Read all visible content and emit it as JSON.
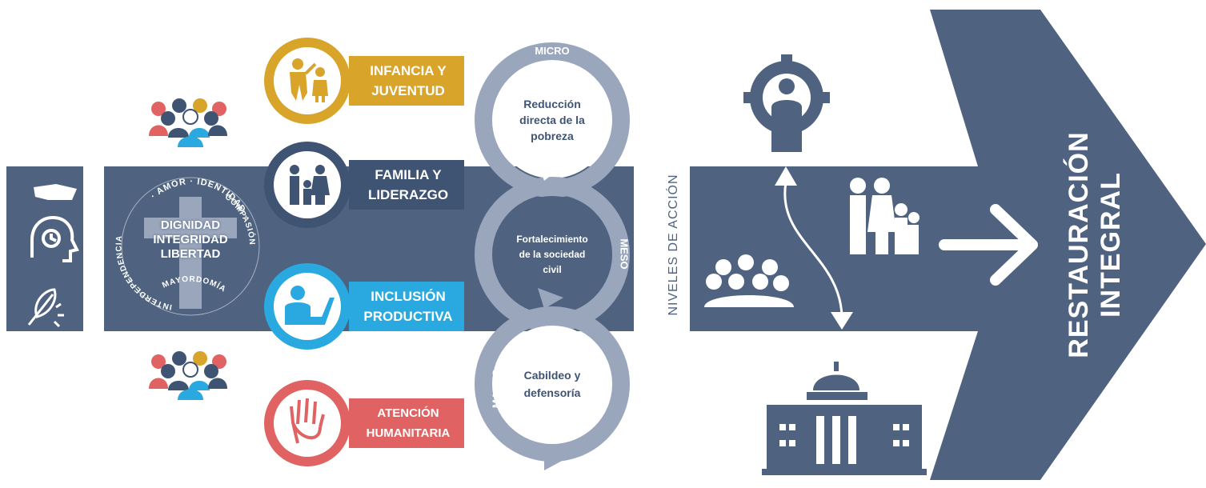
{
  "colors": {
    "slate": "#4f6381",
    "slate_light": "#9aa6bc",
    "gold": "#d8a429",
    "navy": "#3f5373",
    "cyan": "#29a9df",
    "coral": "#e06262",
    "white": "#ffffff"
  },
  "values_panel": {
    "center_words": [
      "DIGNIDAD",
      "INTEGRIDAD",
      "LIBERTAD"
    ],
    "ring_top": "· AMOR · IDENTIDAD ·",
    "ring_left": "INTERDEPENDENCIA",
    "ring_right": "COMPASIÓN",
    "ring_bottom": "MAYORDOMÍA"
  },
  "programs": [
    {
      "label": "INFANCIA Y\nJUVENTUD",
      "color": "#d8a429",
      "icon": "adult-child-icon"
    },
    {
      "label": "FAMILIA Y\nLIDERAZGO",
      "color": "#3f5373",
      "icon": "family-icon"
    },
    {
      "label": "INCLUSIÓN\nPRODUCTIVA",
      "color": "#29a9df",
      "icon": "person-laptop-icon"
    },
    {
      "label": "ATENCIÓN\nHUMANITARIA",
      "color": "#e06262",
      "icon": "raised-hand-icon"
    }
  ],
  "levels": [
    {
      "tag": "MICRO",
      "text": "Reducción\ndirecta de la\npobreza"
    },
    {
      "tag": "MESO",
      "text": "Fortalecimiento\nde la sociedad\ncivil"
    },
    {
      "tag": "MACRO",
      "text": "Cabildeo y\ndefensoría"
    }
  ],
  "levels_axis_label": "NIVELES DE ACCIÓN",
  "outcome": {
    "line1": "RESTAURACIÓN",
    "line2": "INTEGRAL"
  },
  "icons": {
    "left_strip": [
      "hand-icon",
      "head-clock-icon",
      "feather-icon"
    ],
    "groups": [
      "people-group-icon",
      "people-group-icon"
    ],
    "arrow_body": [
      "gear-person-icon",
      "family-icon",
      "crowd-icon",
      "government-building-icon",
      "right-arrow-icon",
      "double-arrow-icon"
    ]
  }
}
